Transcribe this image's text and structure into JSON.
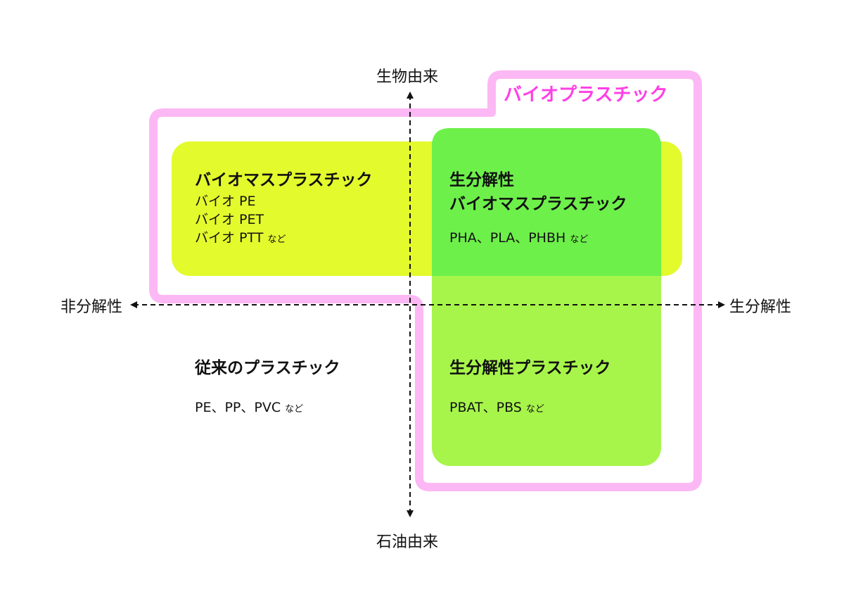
{
  "colors": {
    "pink_outline": "#fcb8f4",
    "pink_label": "#ff3fe6",
    "biomass_yellow": "#e3fa2d",
    "biodegradable_green": "#a7f54a",
    "overlap_green": "#6ef04b",
    "axis": "#111111"
  },
  "axes": {
    "top": "生物由来",
    "bottom": "石油由来",
    "left": "非分解性",
    "right": "生分解性"
  },
  "bioplastic_label": "バイオプラスチック",
  "quadrants": {
    "biomass": {
      "title": "バイオマスプラスチック",
      "items": [
        "バイオ PE",
        "バイオ PET",
        "バイオ PTT"
      ],
      "suffix": "など"
    },
    "biodegradable_biomass": {
      "title_line1": "生分解性",
      "title_line2": "バイオマスプラスチック",
      "items": "PHA、PLA、PHBH",
      "suffix": "など"
    },
    "conventional": {
      "title": "従来のプラスチック",
      "items": "PE、PP、PVC",
      "suffix": "など"
    },
    "biodegradable": {
      "title": "生分解性プラスチック",
      "items": "PBAT、PBS",
      "suffix": "など"
    }
  }
}
